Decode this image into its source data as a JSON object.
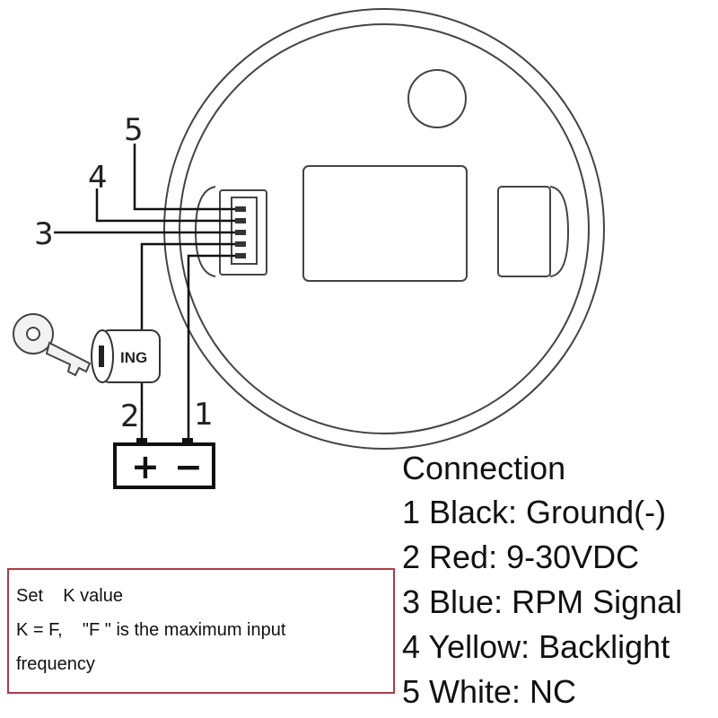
{
  "wires": [
    {
      "number": "1"
    },
    {
      "number": "2"
    },
    {
      "number": "3"
    },
    {
      "number": "4"
    },
    {
      "number": "5"
    }
  ],
  "ignition": {
    "label": "ING"
  },
  "battery": {
    "positive": "+",
    "negative": "−"
  },
  "legend": {
    "heading": "Connection",
    "items": [
      "1 Black: Ground(-)",
      "2 Red: 9-30VDC",
      "3 Blue: RPM Signal",
      "4 Yellow: Backlight",
      "5 White: NC"
    ]
  },
  "note": {
    "lines": [
      "Set    K value",
      "K = F,    \"F \" is the maximum input",
      "frequency"
    ]
  }
}
